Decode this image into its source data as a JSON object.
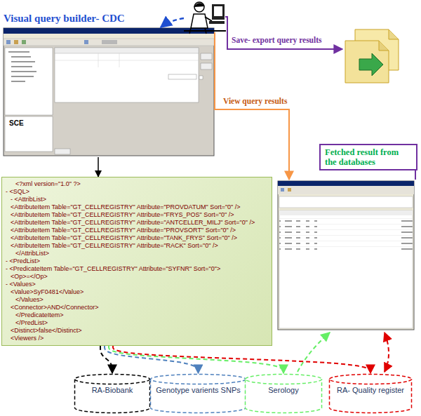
{
  "diagram": {
    "nodes": [
      {
        "text": [
          "Visual query builder- CDC",
          "SCE"
        ]
      },
      {
        "text": [
          "Fetched result from the databases"
        ]
      },
      {
        "text": [
          "<?xml version=\"1.0\" ?>",
          "- <SQL>",
          "- <AttribList>",
          "<AttributeItem Table=\"GT_CELLREGISTRY\" Attribute=\"PROVDATUM\" Sort=\"0\" />",
          "<AttributeItem Table=\"GT_CELLREGISTRY\" Attribute=\"FRYS_POS\" Sort=\"0\" />",
          "<AttributeItem Table=\"GT_CELLREGISTRY\" Attribute=\"ANTCELLER_MILJ\" Sort=\"0\" />",
          "<AttributeItem Table=\"GT_CELLREGISTRY\" Attribute=\"PROVSORT\" Sort=\"0\" />",
          "<AttributeItem Table=\"GT_CELLREGISTRY\" Attribute=\"TANK_FRYS\" Sort=\"0\" />",
          "<AttributeItem Table=\"GT_CELLREGISTRY\" Attribute=\"RACK\" Sort=\"0\" />",
          "</AttribList>",
          "- <PredList>",
          "- <PredicateItem Table=\"GT_CELLREGISTRY\" Attribute=\"SYFNR\" Sort=\"0\">",
          "<Op>=</Op>",
          "- <Values>",
          "<Value>SyF0481</Value>",
          "</Values>",
          "<Connector>AND</Connector>",
          "</PredicateItem>",
          "</PredList>",
          "<Distinct>false</Distinct>",
          "<Viewers />"
        ]
      },
      {
        "text": [
          "RA-Biobank"
        ]
      },
      {
        "text": [
          "Genotype varients SNPs"
        ]
      },
      {
        "text": [
          "Serology"
        ]
      },
      {
        "text": [
          "RA- Quality register"
        ]
      }
    ],
    "edges": [
      {
        "from": 0,
        "to": 2,
        "arrow": "to"
      },
      {
        "from": 2,
        "to": 3,
        "arrow": "to"
      },
      {
        "from": 2,
        "to": 4,
        "arrow": "to"
      },
      {
        "from": 2,
        "to": 5,
        "arrow": "to"
      },
      {
        "from": 2,
        "to": 6,
        "arrow": "to"
      }
    ],
    "labels": [
      "Save- export query results",
      "View query results"
    ]
  }
}
